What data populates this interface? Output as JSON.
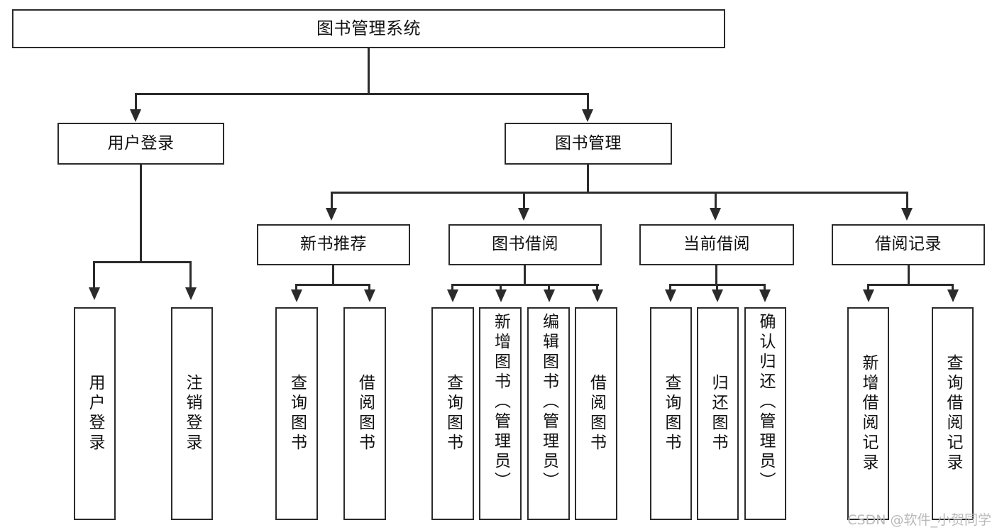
{
  "diagram": {
    "title": "图书管理系统",
    "watermark": "CSDN @软件_小贺同学",
    "accent_color": "#2b2b2b",
    "background_color": "#ffffff",
    "watermark_color": "#b9b9b9"
  },
  "nodes": {
    "root": {
      "label": "图书管理系统"
    },
    "level2": [
      {
        "label": "用户登录"
      },
      {
        "label": "图书管理"
      }
    ],
    "level3": [
      {
        "label": "新书推荐"
      },
      {
        "label": "图书借阅"
      },
      {
        "label": "当前借阅"
      },
      {
        "label": "借阅记录"
      }
    ],
    "leaves": {
      "user_login": [
        {
          "label": "用户登录"
        },
        {
          "label": "注销登录"
        }
      ],
      "new_book": [
        {
          "label": "查询图书"
        },
        {
          "label": "借阅图书"
        }
      ],
      "book_borrow": [
        {
          "label": "查询图书"
        },
        {
          "label": "新增图书（管理员）"
        },
        {
          "label": "编辑图书（管理员）"
        },
        {
          "label": "借阅图书"
        }
      ],
      "current_borrow": [
        {
          "label": "查询图书"
        },
        {
          "label": "归还图书"
        },
        {
          "label": "确认归还（管理员）"
        }
      ],
      "borrow_record": [
        {
          "label": "新增借阅记录"
        },
        {
          "label": "查询借阅记录"
        }
      ]
    }
  }
}
